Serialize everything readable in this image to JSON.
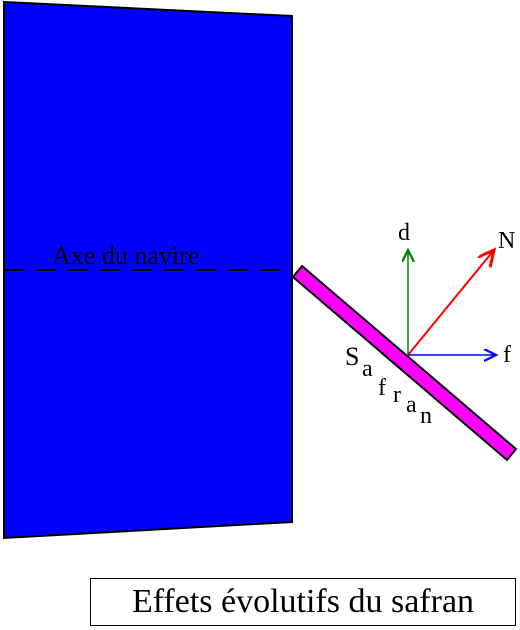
{
  "colors": {
    "hull": "#0000ff",
    "rudder": "#ff00ff",
    "vector_d": "#008000",
    "vector_N": "#ff0000",
    "vector_f": "#0000ff",
    "outline": "#000000"
  },
  "labels": {
    "axis": "Axe du navire",
    "vector_d": "d",
    "vector_N": "N",
    "vector_f": "f",
    "rudder_letters": [
      "S",
      "a",
      "f",
      "r",
      "a",
      "n"
    ]
  },
  "caption": "Effets évolutifs du safran"
}
